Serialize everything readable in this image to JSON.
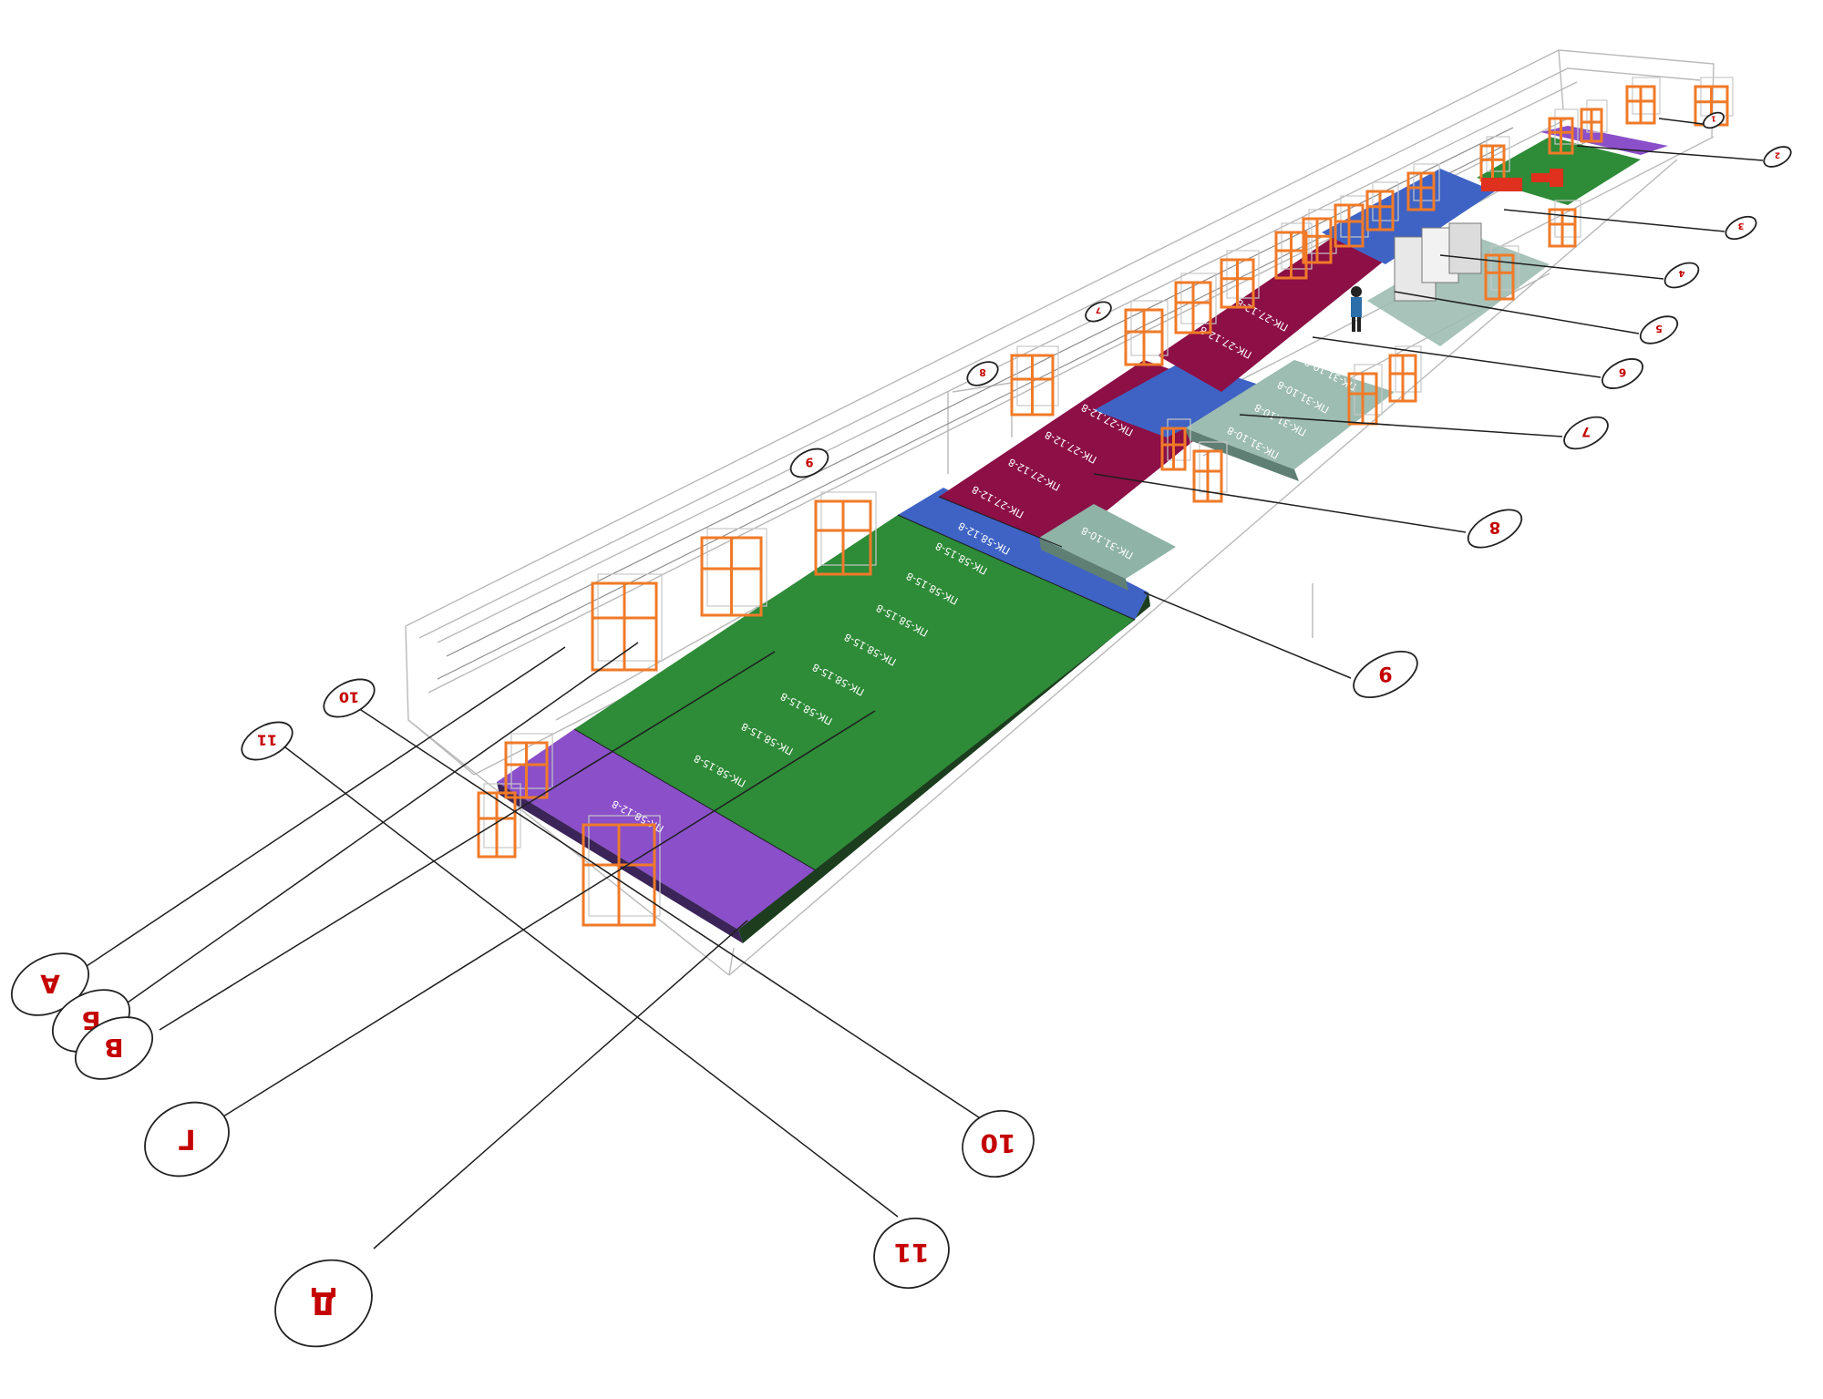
{
  "colors": {
    "slab_green": "#2e8b38",
    "slab_blue": "#3f63c4",
    "slab_violet": "#8a4fc9",
    "slab_maroon": "#8c0f46",
    "slab_grey_green": "#8fb3a7",
    "window_frame": "#f07a28",
    "axis_text": "#c40000"
  },
  "axes": {
    "letters": [
      "А",
      "Б",
      "В",
      "Г",
      "Д"
    ],
    "numbers_near": [
      "10",
      "11"
    ],
    "numbers_front": [
      "10",
      "11"
    ],
    "numbers_side": [
      "9",
      "8",
      "7",
      "6",
      "5",
      "4",
      "3",
      "2",
      "1"
    ],
    "numbers_top": [
      "9",
      "8",
      "7"
    ]
  },
  "slabs": {
    "green_labels": [
      "ПК-58.15-8",
      "ПК-58.15-8",
      "ПК-58.15-8",
      "ПК-58.15-8",
      "ПК-58.15-8",
      "ПК-58.15-8",
      "ПК-58.15-8",
      "ПК-58.15-8"
    ],
    "blue_label": "ПК-58.12-8",
    "violet_label": "ПК-58.12-8",
    "maroon_labels": [
      "ПК-27.12-8",
      "ПК-27.12-8",
      "ПК-27.12-8",
      "ПК-27.12-8",
      "ПК-27.12-8",
      "ПК-27.12-8"
    ],
    "grey_label": "ПК-31.10-8",
    "grey_upper_labels": [
      "ПК-31.10-8",
      "ПК-31.10-8",
      "ПК-31.10-8",
      "ПК-31.10-8"
    ]
  }
}
